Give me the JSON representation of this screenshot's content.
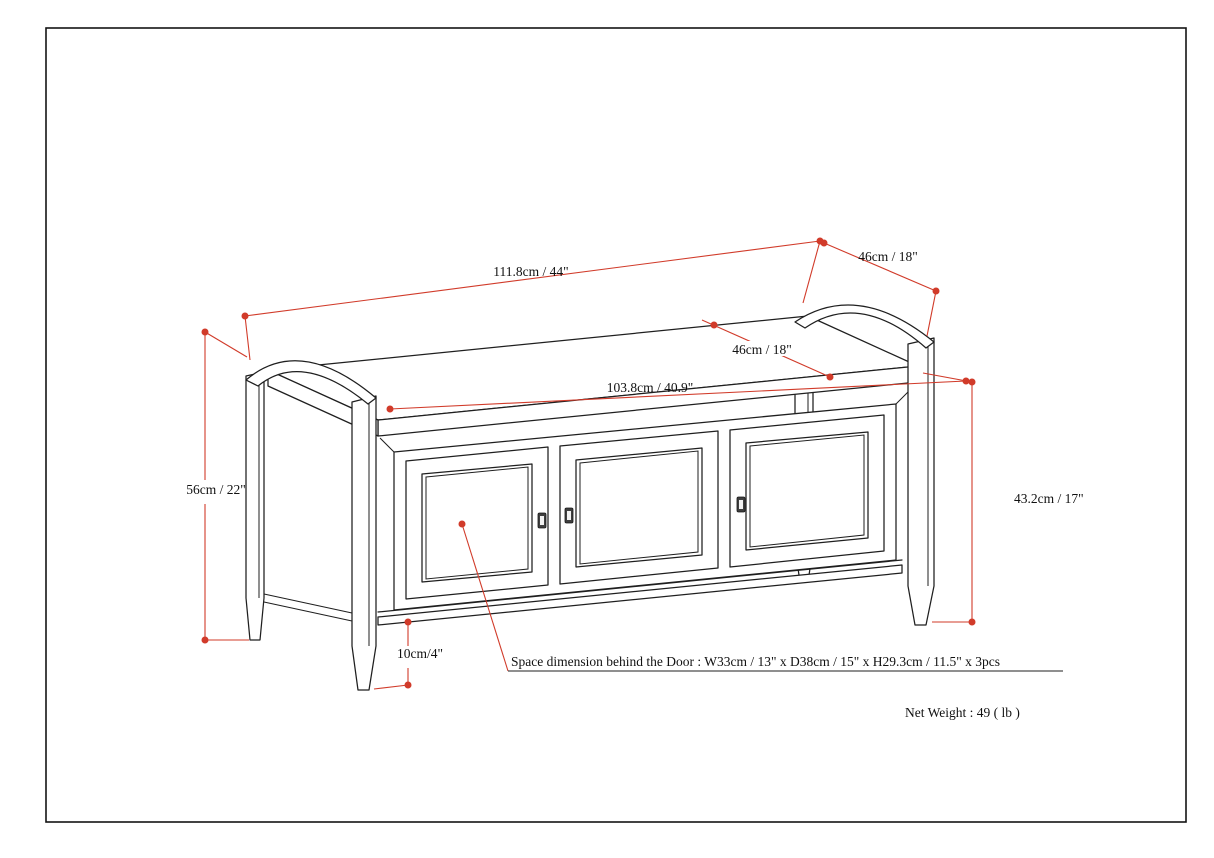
{
  "drawing": {
    "title": "Storage bench dimensional drawing",
    "colors": {
      "dimension_red": "#d13b2a",
      "outline": "#1f1f1f",
      "background": "#ffffff"
    },
    "dimensions": {
      "overall_width": "111.8cm / 44\"",
      "overall_depth": "46cm / 18\"",
      "seat_depth": "46cm / 18\"",
      "seat_width": "103.8cm / 40.9\"",
      "overall_height": "56cm / 22\"",
      "seat_height": "43.2cm / 17\"",
      "base_clearance": "10cm/4\""
    },
    "notes": {
      "door_space": "Space dimension behind the Door  : W33cm / 13\" x D38cm / 15\" x H29.3cm / 11.5\" x 3pcs",
      "net_weight": "Net Weight : 49 ( lb )"
    }
  }
}
